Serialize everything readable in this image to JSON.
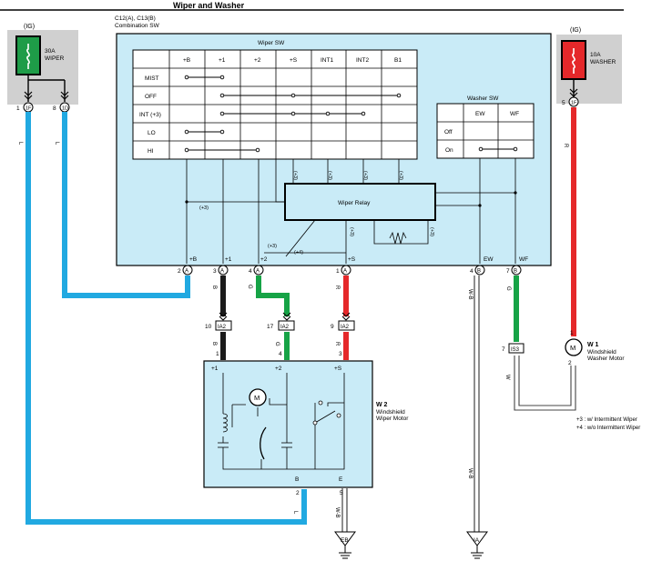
{
  "title": "Wiper and Washer",
  "ig": "(IG)",
  "fuse_wiper": {
    "rating": "30A",
    "name": "WIPER",
    "pin1": "1",
    "code1": "1F",
    "pin2": "8",
    "code2": "1D"
  },
  "fuse_washer": {
    "rating": "10A",
    "name": "WASHER",
    "pin": "5",
    "code": "1F"
  },
  "combo": {
    "ref": "C12(A), C13(B)",
    "name": "Combination SW",
    "wiper_sw": {
      "title": "Wiper SW",
      "columns": [
        "+B",
        "+1",
        "+2",
        "+S",
        "INT1",
        "INT2",
        "B1"
      ],
      "rows": [
        "MIST",
        "OFF",
        "INT (+3)",
        "LO",
        "HI"
      ]
    },
    "washer_sw": {
      "title": "Washer SW",
      "columns": [
        "EW",
        "WF"
      ],
      "rows": [
        "Off",
        "On"
      ]
    },
    "relay": "Wiper Relay",
    "notes": [
      "(+3)",
      "(+3)",
      "(+3)",
      "(+3)",
      "(+3)",
      "(+3)",
      "(+4)",
      "(+3)",
      "(+3)"
    ],
    "terminals": [
      "+B",
      "+1",
      "+2",
      "+S",
      "EW",
      "WF"
    ],
    "pins": [
      {
        "num": "2",
        "conn": "A"
      },
      {
        "num": "3",
        "conn": "A"
      },
      {
        "num": "4",
        "conn": "A"
      },
      {
        "num": "1",
        "conn": "A"
      },
      {
        "num": "4",
        "conn": "B"
      },
      {
        "num": "7",
        "conn": "B"
      }
    ]
  },
  "junction": [
    {
      "pin": "10",
      "code": "IA2"
    },
    {
      "pin": "17",
      "code": "IA2"
    },
    {
      "pin": "9",
      "code": "IA2"
    },
    {
      "pin": "7",
      "code": "IS3"
    }
  ],
  "wire_colors": {
    "l_left": "L",
    "l_mid": "L",
    "b1": "B",
    "b2": "B",
    "g1": "G",
    "g2": "G",
    "r1": "R",
    "r2": "R",
    "wb_ia": "W-B",
    "wb_ia2": "W-B",
    "g_wf": "G",
    "w_w1": "W",
    "r_washer": "R",
    "l_bottom": "L",
    "wb_eb": "W-B"
  },
  "motor_pin_nums": [
    "1",
    "4",
    "3",
    "2",
    "5"
  ],
  "wiper_motor": {
    "ref": "W 2",
    "name_line1": "Windshield",
    "name_line2": "Wiper Motor",
    "terminals": [
      "+1",
      "+2",
      "+S",
      "B",
      "E"
    ],
    "m": "M"
  },
  "washer_motor": {
    "ref": "W 1",
    "name_line1": "Windshield",
    "name_line2": "Washer Motor",
    "pin_top": "1",
    "pin_bottom": "2",
    "m": "M"
  },
  "legend": [
    "+3 : w/ Intermittent Wiper",
    "+4 : w/o Intermittent Wiper"
  ],
  "grounds": [
    "EB",
    "IA"
  ],
  "colors": {
    "box_fill": "#c9ebf7",
    "blue_wire": "#21a9e1",
    "green_wire": "#16a346",
    "red_wire": "#e5282a",
    "black_wire": "#1a1a1a",
    "fuse_green": "#1e9c48",
    "fuse_red": "#e5282a",
    "gray_bg": "#d0d0d0"
  }
}
